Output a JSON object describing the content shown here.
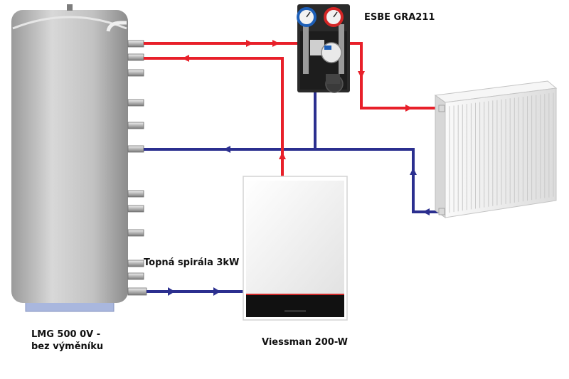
{
  "labels": {
    "tank_line1": "LMG 500 0V -",
    "tank_line2": "bez výměníku",
    "boiler": "Viessman 200-W",
    "mixing_station": "ESBE GRA211",
    "heating_element": "Topná spirála 3kW"
  },
  "colors": {
    "supply_pipe": "#e8202a",
    "return_pipe": "#2b2f8f",
    "tank_body": "#c6c6c6",
    "tank_base": "#a9b7de",
    "station_body": "#2a2a2a",
    "boiler_body": "#f4f4f4",
    "boiler_panel": "#111111",
    "radiator": "#efefef"
  },
  "icons": [
    "flow-arrow-right",
    "flow-arrow-left",
    "flow-arrow-up",
    "flow-arrow-down",
    "thermometer-gauge",
    "circulation-pump"
  ]
}
